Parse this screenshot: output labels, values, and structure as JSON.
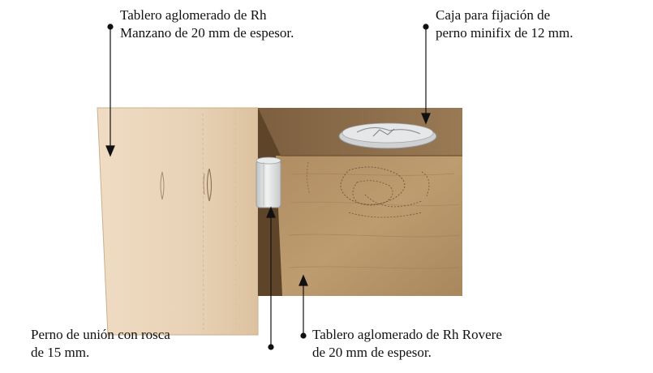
{
  "labels": {
    "top_left": {
      "line1": "Tablero aglomerado de Rh",
      "line2": "Manzano de 20 mm de espesor."
    },
    "top_right": {
      "line1": "Caja para fijación de",
      "line2": "perno minifix de 12 mm."
    },
    "bottom_left": {
      "line1": "Perno de unión con rosca",
      "line2": "de 15 mm."
    },
    "bottom_right": {
      "line1": "Tablero aglomerado de Rh Rovere",
      "line2": "de 20 mm de espesor."
    }
  },
  "colors": {
    "manzano_panel": "#ead6bc",
    "rovere_front": "#b59466",
    "rovere_top": "#8c6b49",
    "rovere_side": "#6e5335",
    "bolt": "#d9dbdc",
    "minifix": "#d2d4d6",
    "leader": "#111111"
  }
}
